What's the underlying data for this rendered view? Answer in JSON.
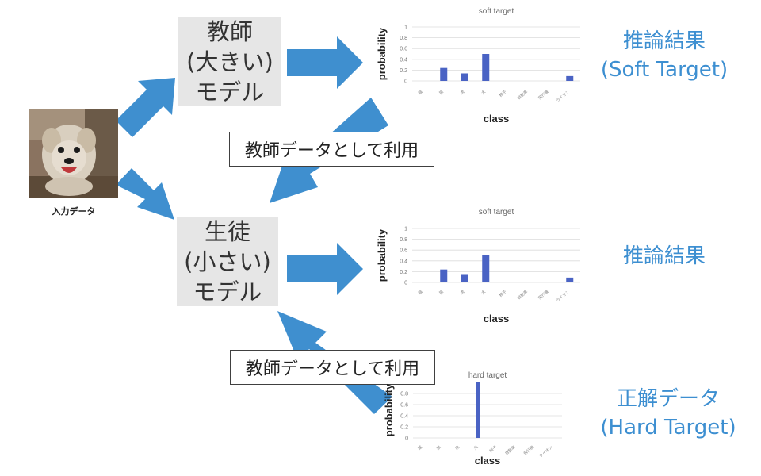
{
  "input": {
    "caption": "入力データ"
  },
  "teacher": {
    "line1": "教師",
    "line2": "(大きい)",
    "line3": "モデル"
  },
  "student": {
    "line1": "生徒",
    "line2": "(小さい)",
    "line3": "モデル"
  },
  "use_as_teacher_data_1": "教師データとして利用",
  "use_as_teacher_data_2": "教師データとして利用",
  "result_soft": {
    "line1": "推論結果",
    "line2": "(Soft Target)"
  },
  "result_student": {
    "line1": "推論結果"
  },
  "ground_truth": {
    "line1": "正解データ",
    "line2": "(Hard Target)"
  },
  "colors": {
    "arrow": "#3f8fcf",
    "bar": "#4a63c4",
    "model_box": "#e6e6e6",
    "blue_text": "#3d8fd1"
  },
  "chart_data": [
    {
      "type": "bar",
      "title": "soft target",
      "xlabel": "class",
      "ylabel": "probability",
      "ylim": [
        0,
        1
      ],
      "yticks": [
        "0",
        "0.2",
        "0.4",
        "0.6",
        "0.8",
        "1"
      ],
      "categories": [
        "猫",
        "狼",
        "虎",
        "犬",
        "椅子",
        "自動車",
        "飛行機",
        "ライオン"
      ],
      "values": [
        0.0,
        0.24,
        0.14,
        0.5,
        0.0,
        0.0,
        0.0,
        0.09
      ],
      "grid": true
    },
    {
      "type": "bar",
      "title": "soft target",
      "xlabel": "class",
      "ylabel": "probability",
      "ylim": [
        0,
        1
      ],
      "yticks": [
        "0",
        "0.2",
        "0.4",
        "0.6",
        "0.8",
        "1"
      ],
      "categories": [
        "猫",
        "狼",
        "虎",
        "犬",
        "椅子",
        "自動車",
        "飛行機",
        "ライオン"
      ],
      "values": [
        0.0,
        0.24,
        0.14,
        0.5,
        0.0,
        0.0,
        0.0,
        0.09
      ],
      "grid": true
    },
    {
      "type": "bar",
      "title": "hard target",
      "xlabel": "class",
      "ylabel": "probability",
      "ylim": [
        0,
        1
      ],
      "yticks": [
        "0",
        "0.2",
        "0.4",
        "0.6",
        "0.8"
      ],
      "categories": [
        "猫",
        "狼",
        "虎",
        "犬",
        "椅子",
        "自動車",
        "飛行機",
        "ライオン"
      ],
      "values": [
        0,
        0,
        0,
        1,
        0,
        0,
        0,
        0
      ],
      "grid": true
    }
  ]
}
